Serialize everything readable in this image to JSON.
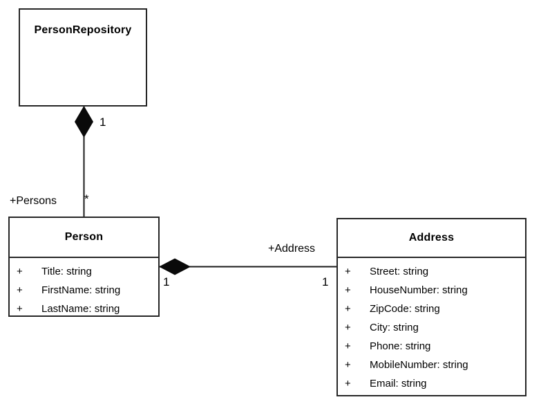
{
  "colors": {
    "border": "#262626",
    "line": "#1a1a1a",
    "diamond": "#0a0a0a",
    "text": "#000000",
    "background": "#ffffff"
  },
  "classes": {
    "person_repository": {
      "name": "PersonRepository",
      "attributes": []
    },
    "person": {
      "name": "Person",
      "attributes": [
        {
          "vis": "+",
          "text": "Title: string"
        },
        {
          "vis": "+",
          "text": "FirstName: string"
        },
        {
          "vis": "+",
          "text": "LastName: string"
        }
      ]
    },
    "address": {
      "name": "Address",
      "attributes": [
        {
          "vis": "+",
          "text": "Street: string"
        },
        {
          "vis": "+",
          "text": "HouseNumber: string"
        },
        {
          "vis": "+",
          "text": "ZipCode: string"
        },
        {
          "vis": "+",
          "text": "City: string"
        },
        {
          "vis": "+",
          "text": "Phone: string"
        },
        {
          "vis": "+",
          "text": "MobileNumber: string"
        },
        {
          "vis": "+",
          "text": "Email: string"
        }
      ]
    }
  },
  "relations": {
    "repository_persons": {
      "type": "composition",
      "from": "PersonRepository",
      "to": "Person",
      "role_label": "+Persons",
      "from_multiplicity": "1",
      "to_multiplicity": "*"
    },
    "person_address": {
      "type": "composition",
      "from": "Person",
      "to": "Address",
      "role_label": "+Address",
      "from_multiplicity": "1",
      "to_multiplicity": "1"
    }
  }
}
